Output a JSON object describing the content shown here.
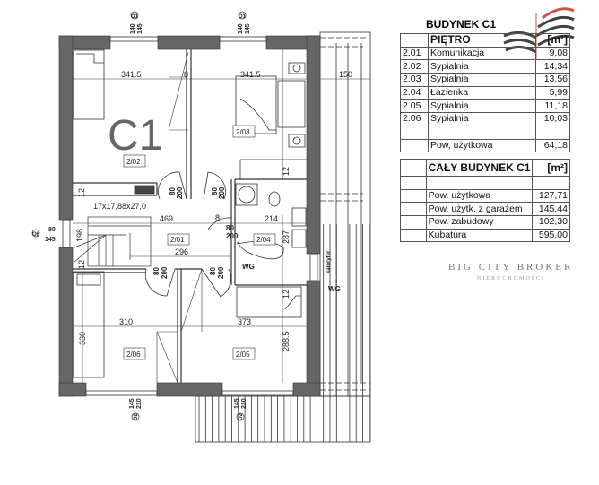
{
  "plan": {
    "building_label": "C1",
    "rooms": [
      "2/01",
      "2/02",
      "2/03",
      "2/04",
      "2/05",
      "2/06"
    ],
    "dimensions": {
      "top_left_width": "341.5",
      "top_right_width": "341.5",
      "terrace_width": "150",
      "hall_length": "469",
      "bath_width": "214",
      "hall_lower": "296",
      "bottom_left_width": "310",
      "bottom_right_width": "373",
      "right_height": "288.5",
      "bath_height": "287",
      "left_height": "330",
      "stair_height": "198",
      "stairs": "17x17,88x27,0",
      "wall_8a": "8",
      "wall_8b": "8",
      "wall_12a": "12",
      "wall_12b": "12",
      "wall_12c": "12",
      "wall_12d": "12"
    },
    "doors": {
      "w": "80",
      "h": "200",
      "h2": "200"
    },
    "windows": {
      "top_mark": "O1",
      "top_w": "140",
      "top_h": "145",
      "bottom_mark": "O2",
      "bottom_w": "145",
      "bottom_h": "210",
      "left_mark": "O6",
      "left_w": "80",
      "left_h": "145"
    },
    "bath_label": "WG",
    "wg_label": "WG",
    "kaloryfer": "kaloryfer"
  },
  "logo": {
    "name": "BIG CITY BROKER",
    "sub": "NIERUCHOMOŚCI",
    "colors": [
      "#c0392b",
      "#222222"
    ]
  },
  "table1": {
    "title": "BUDYNEK C1",
    "header": "PIĘTRO",
    "unit": "[m²]",
    "rows": [
      {
        "id": "2.01",
        "name": "Komunikacja",
        "area": "9,08"
      },
      {
        "id": "2.02",
        "name": "Sypialnia",
        "area": "14,34"
      },
      {
        "id": "2.03",
        "name": "Sypialnia",
        "area": "13,56"
      },
      {
        "id": "2.04",
        "name": "Łazienka",
        "area": "5,99"
      },
      {
        "id": "2.05",
        "name": "Sypialnia",
        "area": "11,18"
      },
      {
        "id": "2.06",
        "name": "Sypialnia",
        "area": "10,03"
      }
    ],
    "total_label": "Pow, użytkowa",
    "total": "64,18"
  },
  "table2": {
    "header": "CAŁY BUDYNEK C1",
    "unit": "[m²]",
    "rows": [
      {
        "name": "Pow. użytkowa",
        "value": "127,71"
      },
      {
        "name": "Pow. użytk. z garażem",
        "value": "145,44"
      },
      {
        "name": "Pow. zabudowy",
        "value": "102,30"
      },
      {
        "name": "Kubatura",
        "value": "595,00"
      }
    ]
  }
}
